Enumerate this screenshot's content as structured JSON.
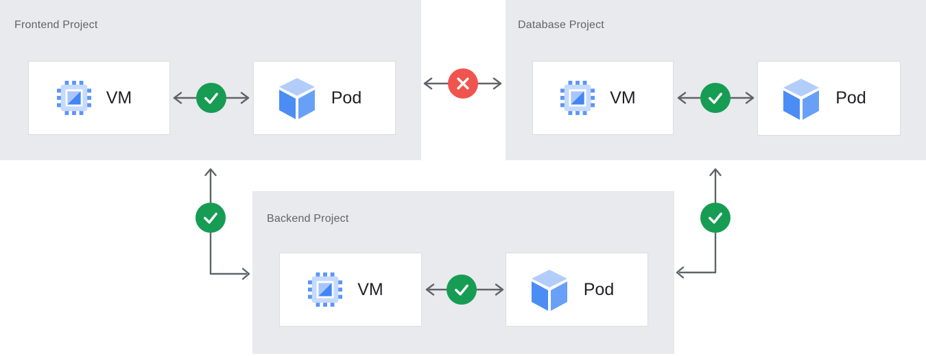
{
  "diagram_title": "Projects connectivity diagram",
  "colors": {
    "region_bg": "#e8eaed",
    "node_bg": "#ffffff",
    "node_border": "#dadce0",
    "title": "#5f6368",
    "label": "#202124",
    "arrow": "#5f6368",
    "ok": "#179c53",
    "error": "#f0544f",
    "chip_pin": "#5c95f7",
    "chip_body": "#c6dafc",
    "chip_inner_light": "#a9c6fb",
    "chip_inner_dark": "#4285f4",
    "cube_top": "#b3cdfb",
    "cube_left": "#4b8cf5",
    "cube_right": "#69a0f7"
  },
  "projects": [
    {
      "id": "frontend",
      "title": "Frontend Project",
      "nodes": [
        {
          "id": "frontend-vm",
          "type": "vm",
          "label": "VM",
          "icon": "vm-chip-icon"
        },
        {
          "id": "frontend-pod",
          "type": "pod",
          "label": "Pod",
          "icon": "pod-cube-icon"
        }
      ]
    },
    {
      "id": "database",
      "title": "Database Project",
      "nodes": [
        {
          "id": "database-vm",
          "type": "vm",
          "label": "VM",
          "icon": "vm-chip-icon"
        },
        {
          "id": "database-pod",
          "type": "pod",
          "label": "Pod",
          "icon": "pod-cube-icon"
        }
      ]
    },
    {
      "id": "backend",
      "title": "Backend Project",
      "nodes": [
        {
          "id": "backend-vm",
          "type": "vm",
          "label": "VM",
          "icon": "vm-chip-icon"
        },
        {
          "id": "backend-pod",
          "type": "pod",
          "label": "Pod",
          "icon": "pod-cube-icon"
        }
      ]
    }
  ],
  "links": [
    {
      "from": "frontend-vm",
      "to": "frontend-pod",
      "status": "ok",
      "badge": "check-icon",
      "shape": "horizontal-double-arrow"
    },
    {
      "from": "database-vm",
      "to": "database-pod",
      "status": "ok",
      "badge": "check-icon",
      "shape": "horizontal-double-arrow"
    },
    {
      "from": "backend-vm",
      "to": "backend-pod",
      "status": "ok",
      "badge": "check-icon",
      "shape": "horizontal-double-arrow"
    },
    {
      "from": "frontend-project",
      "to": "database-project",
      "status": "error",
      "badge": "cross-icon",
      "shape": "horizontal-double-arrow"
    },
    {
      "from": "frontend-project",
      "to": "backend-project",
      "status": "ok",
      "badge": "check-icon",
      "shape": "elbow-up-right"
    },
    {
      "from": "database-project",
      "to": "backend-project",
      "status": "ok",
      "badge": "check-icon",
      "shape": "elbow-up-left"
    }
  ]
}
